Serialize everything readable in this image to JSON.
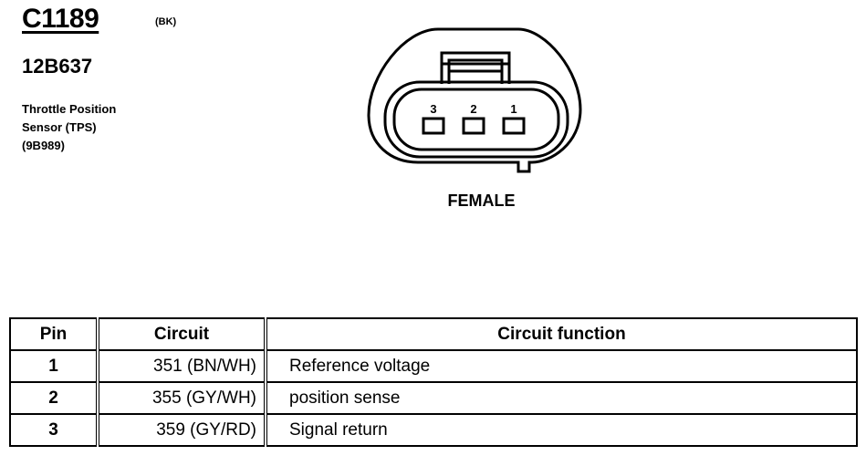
{
  "header": {
    "connector_id": "C1189",
    "color_code": "(BK)",
    "part_number": "12B637",
    "description_lines": [
      "Throttle Position",
      "Sensor (TPS)",
      "(9B989)"
    ]
  },
  "diagram": {
    "pins": [
      {
        "label": "3"
      },
      {
        "label": "2"
      },
      {
        "label": "1"
      }
    ],
    "gender_label": "FEMALE"
  },
  "table": {
    "headers": {
      "pin": "Pin",
      "circuit": "Circuit",
      "function": "Circuit function"
    },
    "rows": [
      {
        "pin": "1",
        "circuit": "351 (BN/WH)",
        "function": "Reference voltage"
      },
      {
        "pin": "2",
        "circuit": "355 (GY/WH)",
        "function": "position sense"
      },
      {
        "pin": "3",
        "circuit": "359 (GY/RD)",
        "function": "Signal return"
      }
    ]
  }
}
